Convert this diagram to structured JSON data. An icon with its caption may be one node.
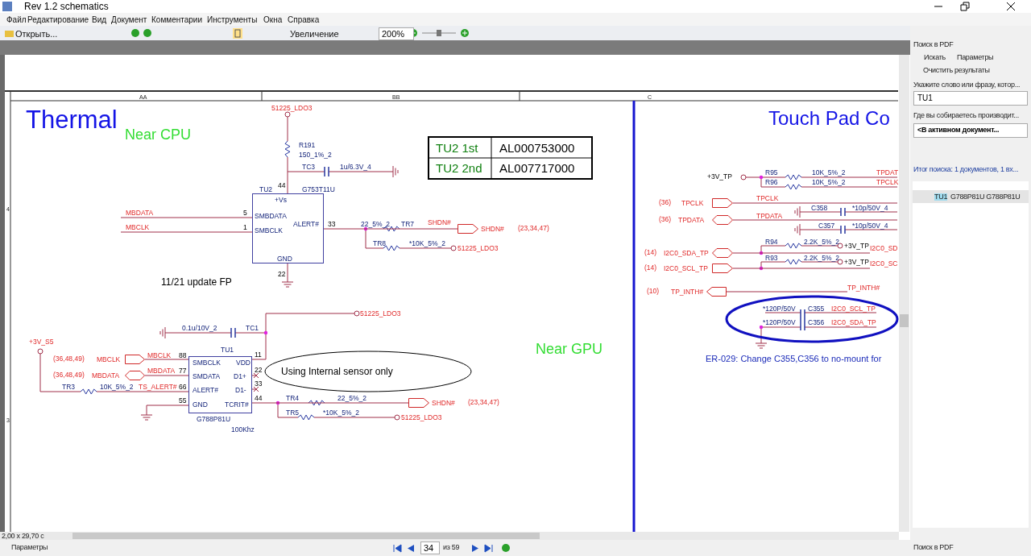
{
  "diagram": {
    "nodes": [
      {
        "text": [
          "+Vs",
          "SMBDATA",
          "SMBCLK",
          "ALERT#",
          "GND"
        ],
        "beside": [
          "TU2",
          "G753T11U"
        ]
      },
      {
        "text": [
          "SHDN#"
        ]
      },
      {
        "text": [
          "SMBCLK",
          "SMDATA",
          "ALERT#",
          "GND",
          "VDD",
          "D1+",
          "D1-",
          "TCRIT#"
        ],
        "beside": [
          "TU1",
          "G788P81U",
          "100Khz"
        ]
      },
      {
        "text": [
          "MBCLK"
        ]
      },
      {
        "text": [
          "MBDATA"
        ]
      },
      {
        "text": [
          "SHDN#"
        ]
      },
      {
        "text": [
          "Using Internal sensor only"
        ]
      },
      {
        "text": [
          "TPCLK"
        ]
      },
      {
        "text": [
          "TPDATA"
        ]
      },
      {
        "text": [
          "I2C0_SDA_TP"
        ]
      },
      {
        "text": [
          "I2C0_SCL_TP"
        ]
      },
      {
        "text": [
          "TP_INTH#"
        ]
      },
      {
        "text": [
          "I2C0_SD"
        ]
      },
      {
        "text": [
          "I2C0_SC"
        ]
      },
      {
        "text": [
          "TP_INTH#"
        ]
      }
    ],
    "edges": [
      {
        "from": 0,
        "to": 1,
        "arrow": "none"
      },
      {
        "from": 3,
        "to": 2,
        "arrow": "none"
      },
      {
        "from": 4,
        "to": 2,
        "arrow": "none"
      },
      {
        "from": 2,
        "to": 5,
        "arrow": "none"
      },
      {
        "from": 7,
        "to": null,
        "arrow": "none"
      },
      {
        "from": 8,
        "to": null,
        "arrow": "none"
      },
      {
        "from": 9,
        "to": 12,
        "arrow": "none"
      },
      {
        "from": 10,
        "to": 13,
        "arrow": "none"
      },
      {
        "from": 11,
        "to": 14,
        "arrow": "none"
      }
    ],
    "labels": [
      "Rev 1.2 schematics",
      "Файл",
      "Редактирование",
      "Вид",
      "Документ",
      "Комментарии",
      "Инструменты",
      "Окна",
      "Справка",
      "Открыть...",
      "Увеличение",
      "200%",
      "AA",
      "BB",
      "C",
      "4",
      "3",
      "Поиск в PDF",
      "Искать",
      "Параметры",
      "Очистить результаты",
      "Укажите слово или фразу, котор...",
      "TU1",
      "Где вы собираетесь производит...",
      "<В активном документ...",
      "Итог поиска: 1 документов, 1 вх...",
      "TU1",
      "G788P81U G788P81U",
      "2,00 x 29,70 c",
      "Параметры",
      "34",
      "из 59",
      "Поиск в PDF",
      "Thermal",
      "Near CPU",
      "51225_LDO3",
      "R191",
      "150_1%_2",
      "TC3",
      "1u/6.3V_4",
      "44",
      "TU2 1st",
      "AL000753000",
      "TU2 2nd",
      "AL007717000",
      "MBDATA",
      "MBCLK",
      "5",
      "1",
      "33",
      "22_5%_2",
      "TR7",
      "SHDN#",
      "(23,34,47)",
      "TR8",
      "*10K_5%_2",
      "51225_LDO3",
      "22",
      "11/21 update FP",
      "51225_LDO3",
      "0.1u/10V_2",
      "TC1",
      "+3V_S5",
      "(36,48,49)",
      "MBCLK",
      "88",
      "(36,48,49)",
      "MBDATA",
      "77",
      "TR3",
      "10K_5%_2",
      "TS_ALERT#",
      "66",
      "55",
      "11",
      "22",
      "33",
      "44",
      "TR4",
      "22_5%_2",
      "(23,34,47)",
      "TR5",
      "*10K_5%_2",
      "51225_LDO3",
      "Near GPU",
      "Touch Pad Co",
      "+3V_TP",
      "R95",
      "10K_5%_2",
      "TPDAT",
      "R96",
      "10K_5%_2",
      "TPCLK",
      "(36)",
      "TPCLK",
      "C358",
      "*10p/50V_4",
      "(36)",
      "TPDATA",
      "C357",
      "*10p/50V_4",
      "R94",
      "2.2K_5%_2",
      "+3V_TP",
      "(14)",
      "R93",
      "2.2K_5%_2",
      "+3V_TP",
      "(14)",
      "(10)",
      "*120P/50V",
      "C355",
      "I2C0_SCL_TP",
      "*120P/50V",
      "C356",
      "I2C0_SDA_TP",
      "ER-029: Change C355,C356 to no-mount for"
    ]
  }
}
